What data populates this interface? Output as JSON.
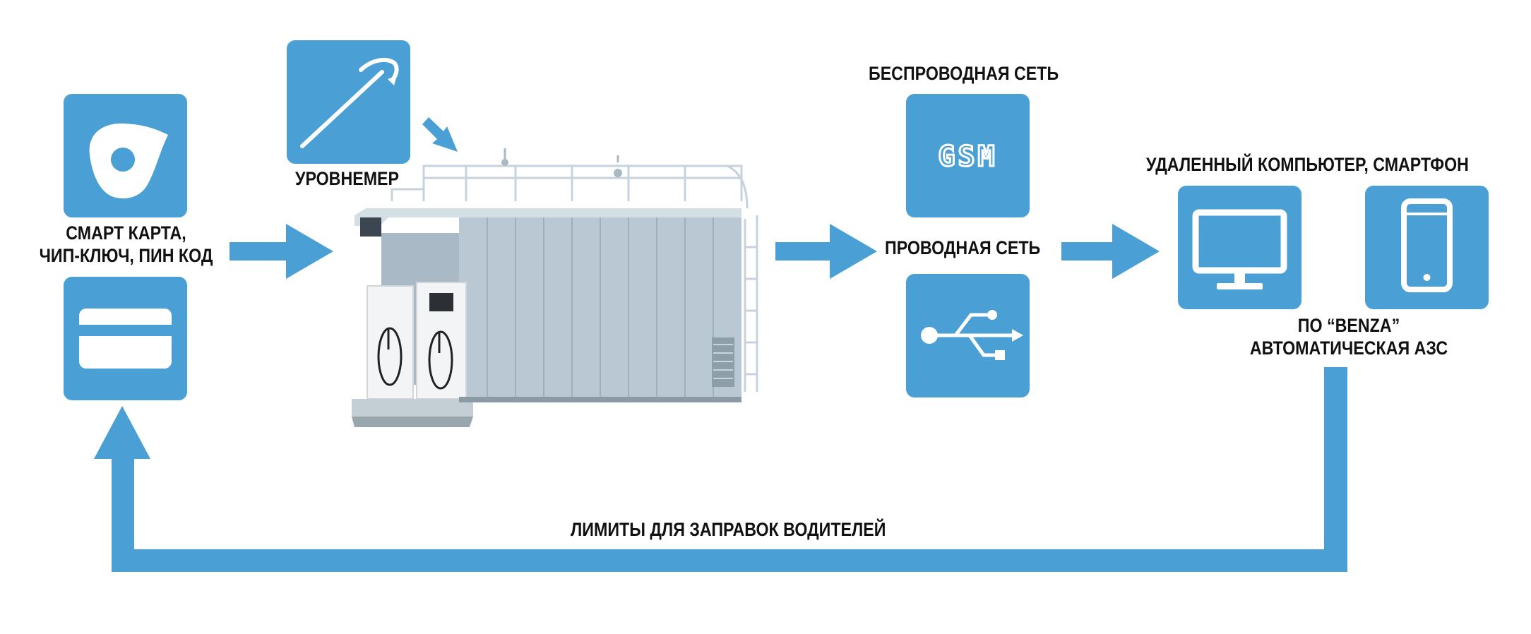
{
  "colors": {
    "accent": "#4a9fd4",
    "text": "#111111",
    "station_body": "#b9c8d3"
  },
  "labels": {
    "smart_card_line1": "СМАРТ КАРТА,",
    "smart_card_line2": "ЧИП-КЛЮЧ, ПИН КОД",
    "level_gauge": "УРОВНЕМЕР",
    "wireless_network": "БЕСПРОВОДНАЯ СЕТЬ",
    "wired_network": "ПРОВОДНАЯ СЕТЬ",
    "remote_computer": "УДАЛЕННЫЙ КОМПЬЮТЕР, СМАРТФОН",
    "software_line1": "ПО “BENZA”",
    "software_line2": "АВТОМАТИЧЕСКАЯ АЗС",
    "limits": "ЛИМИТЫ ДЛЯ ЗАПРАВОК ВОДИТЕЛЕЙ"
  },
  "icons": {
    "chip_key": "chip-key-icon",
    "card": "card-icon",
    "gauge": "level-gauge-icon",
    "gsm": "gsm-icon",
    "gsm_text": "GSM",
    "usb": "usb-icon",
    "monitor": "monitor-icon",
    "smartphone": "smartphone-icon"
  }
}
